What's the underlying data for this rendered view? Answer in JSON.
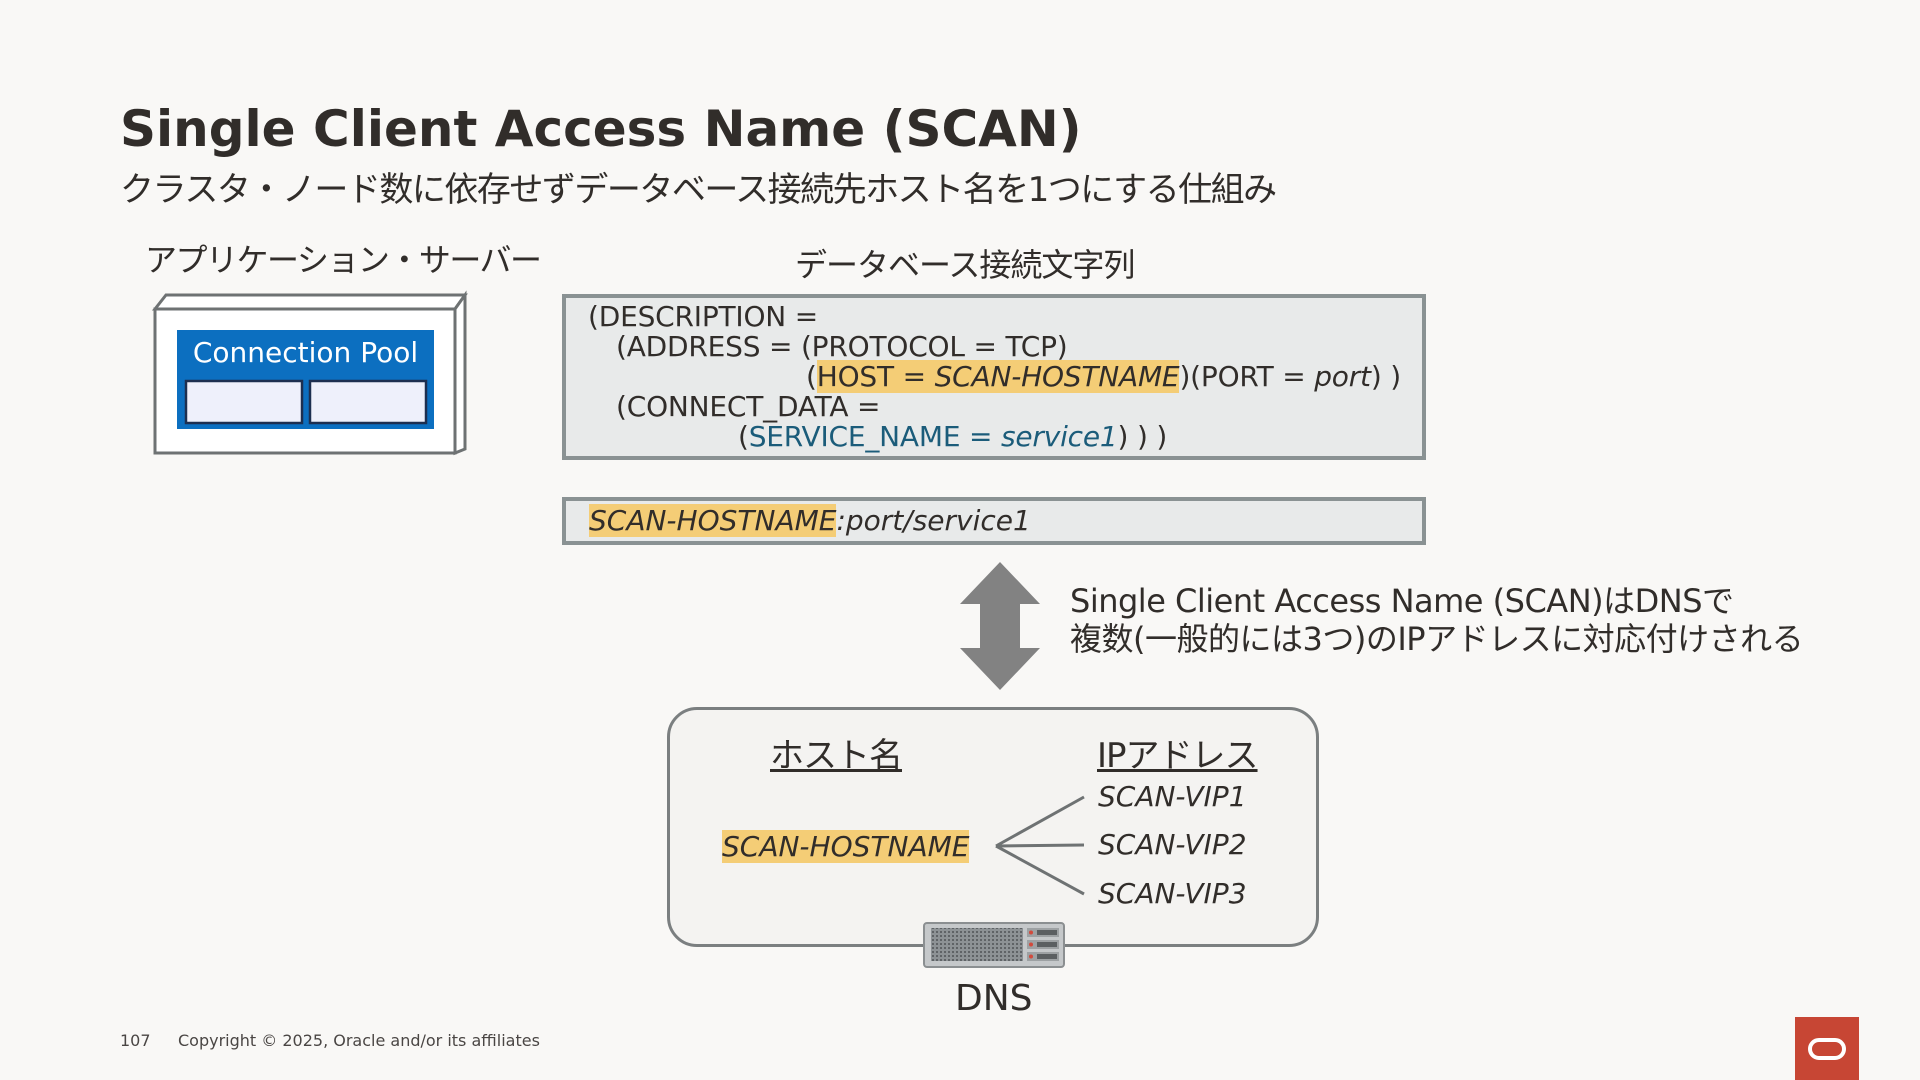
{
  "slide": {
    "title": "Single Client Access Name (SCAN)",
    "subtitle": "クラスタ・ノード数に依存せずデータベース接続先ホスト名を1つにする仕組み"
  },
  "app_server": {
    "label": "アプリケーション・サーバー",
    "pool_label": "Connection Pool"
  },
  "connect_string": {
    "label": "データベース接続文字列",
    "line1": "(DESCRIPTION =",
    "line2": "(ADDRESS = (PROTOCOL = TCP)",
    "line3_open": "(",
    "line3_host": "HOST = ",
    "line3_host_value": "SCAN-HOSTNAME",
    "line3_port": ")(PORT = ",
    "line3_port_value": "port",
    "line3_close": ") )",
    "line4": "(CONNECT_DATA =",
    "line5_open": "(",
    "line5_service": "SERVICE_NAME = ",
    "line5_service_value": "service1",
    "line5_close": ") ) )",
    "easy_host": "SCAN-HOSTNAME",
    "easy_rest": ":port/service1"
  },
  "scan_note": {
    "line1": "Single Client Access Name (SCAN)はDNSで",
    "line2": "複数(一般的には3つ)のIPアドレスに対応付けされる"
  },
  "dns": {
    "host_header": "ホスト名",
    "ip_header": "IPアドレス",
    "hostname": "SCAN-HOSTNAME",
    "vips": [
      "SCAN-VIP1",
      "SCAN-VIP2",
      "SCAN-VIP3"
    ],
    "label": "DNS"
  },
  "footer": {
    "page": "107",
    "copyright": "Copyright © 2025, Oracle and/or its affiliates"
  },
  "colors": {
    "highlight": "#f4cd76",
    "pool_blue": "#0c6fc0",
    "oracle_red": "#c74634",
    "service_teal": "#1b5c7a"
  },
  "icons": {
    "server": "app-server-box-icon",
    "arrow": "double-headed-vertical-arrow-icon",
    "dns": "rack-server-icon",
    "logo": "oracle-logo-icon"
  }
}
